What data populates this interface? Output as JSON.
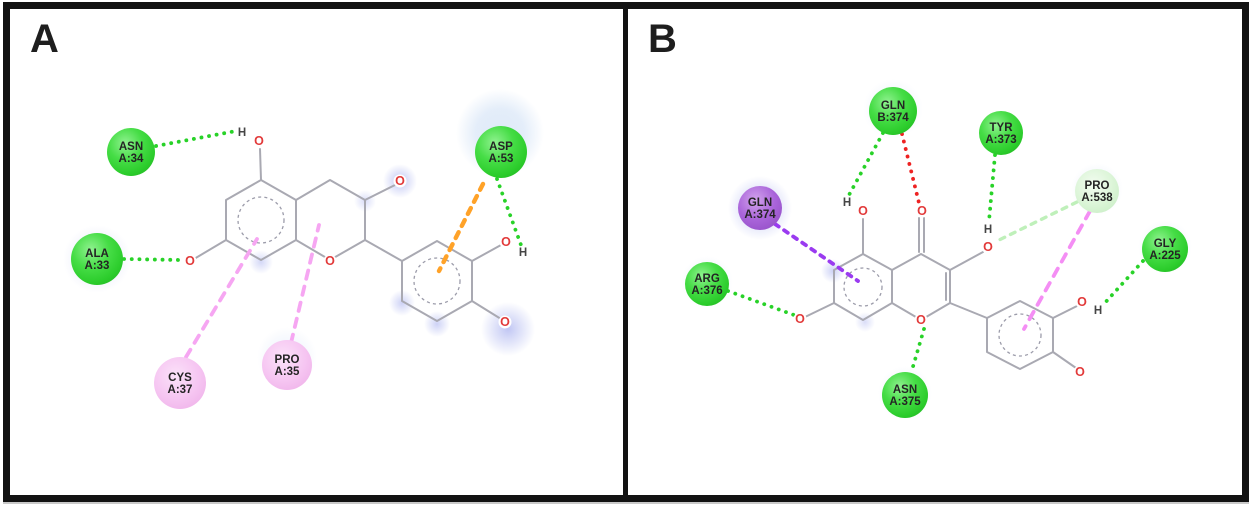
{
  "figure": {
    "panels": [
      {
        "label": "A",
        "residues": [
          {
            "name": "ASN",
            "loc": "A:34",
            "type": "green"
          },
          {
            "name": "ALA",
            "loc": "A:33",
            "type": "green"
          },
          {
            "name": "ASP",
            "loc": "A:53",
            "type": "green",
            "halo": "blue"
          },
          {
            "name": "CYS",
            "loc": "A:37",
            "type": "pink"
          },
          {
            "name": "PRO",
            "loc": "A:35",
            "type": "pink"
          }
        ],
        "interactions": [
          {
            "residue": "ASN A:34",
            "target": "ligand H of 5-OH",
            "dash_color": "green"
          },
          {
            "residue": "ALA A:33",
            "target": "ligand O of 7-OH",
            "dash_color": "green"
          },
          {
            "residue": "ASP A:53",
            "target": "ligand H of 3'-OH",
            "dash_color": "green"
          },
          {
            "residue": "ASP A:53",
            "target": "ligand ring B center",
            "dash_color": "orange"
          },
          {
            "residue": "CYS A:37",
            "target": "ligand ring A center",
            "dash_color": "pink"
          },
          {
            "residue": "PRO A:35",
            "target": "ligand ring C center",
            "dash_color": "pink"
          }
        ]
      },
      {
        "label": "B",
        "residues": [
          {
            "name": "GLN",
            "loc": "B:374",
            "type": "green"
          },
          {
            "name": "TYR",
            "loc": "A:373",
            "type": "green"
          },
          {
            "name": "PRO",
            "loc": "A:538",
            "type": "pale-green"
          },
          {
            "name": "GLN",
            "loc": "A:374",
            "type": "purple"
          },
          {
            "name": "ARG",
            "loc": "A:376",
            "type": "green"
          },
          {
            "name": "GLY",
            "loc": "A:225",
            "type": "green"
          },
          {
            "name": "ASN",
            "loc": "A:375",
            "type": "green"
          }
        ],
        "interactions": [
          {
            "residue": "GLN B:374",
            "target": "ligand H of 5-OH",
            "dash_color": "green"
          },
          {
            "residue": "GLN B:374",
            "target": "ligand O of C4=O",
            "dash_color": "red"
          },
          {
            "residue": "TYR A:373",
            "target": "ligand H of 3-OH",
            "dash_color": "green"
          },
          {
            "residue": "PRO A:538",
            "target": "ligand O of 3-OH",
            "dash_color": "pale-green"
          },
          {
            "residue": "PRO A:538",
            "target": "ligand ring B center",
            "dash_color": "magenta"
          },
          {
            "residue": "GLN A:374",
            "target": "ligand ring A center",
            "dash_color": "purple"
          },
          {
            "residue": "ARG A:376",
            "target": "ligand O of 7-OH",
            "dash_color": "green"
          },
          {
            "residue": "ASN A:375",
            "target": "ligand ring O1",
            "dash_color": "green"
          },
          {
            "residue": "GLY A:225",
            "target": "ligand H of 3'-OH",
            "dash_color": "green"
          }
        ]
      }
    ]
  },
  "atoms": {
    "oxygen": "O",
    "hydrogen": "H"
  },
  "colors": {
    "residue_green": "#2ecc2e",
    "residue_pink": "#f6c6f2",
    "residue_purple": "#a964d9",
    "residue_pale_green": "#dcf5d8",
    "dash_green": "#28d228",
    "dash_red": "#ee2222",
    "dash_orange": "#ffa228",
    "dash_pink": "#f6a6f2",
    "dash_magenta": "#f48ef4",
    "dash_purple": "#9a3bf0",
    "dash_pale_green": "#bff0ba",
    "halo_blue": "#dde9f8",
    "halo_lavender": "#98a2ec",
    "bond_gray": "#a9a9b2",
    "atom_oxygen_red": "#e23a3a",
    "frame_black": "#121212"
  }
}
